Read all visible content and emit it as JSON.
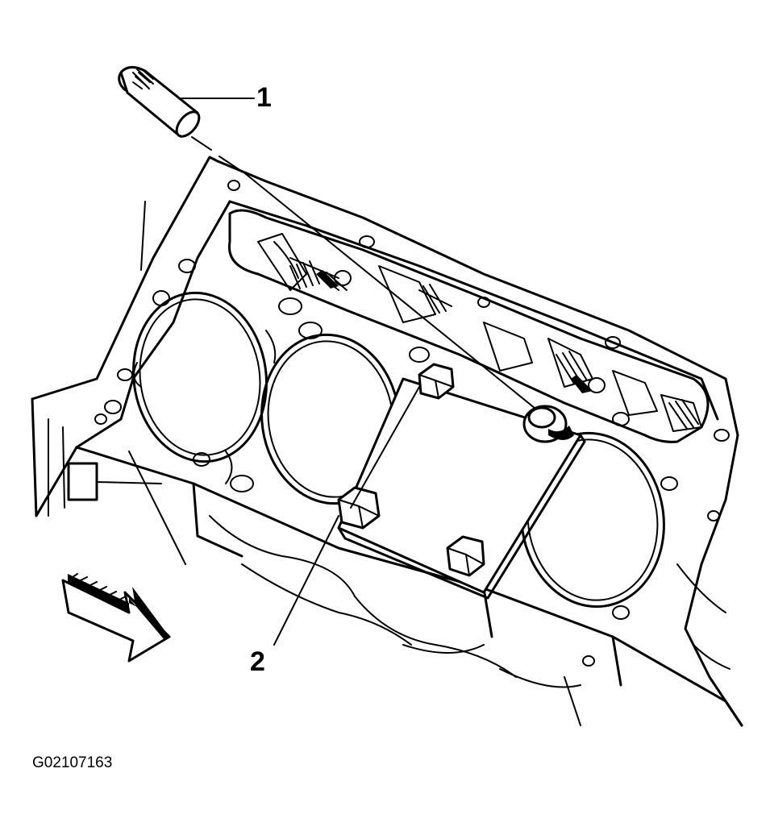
{
  "callouts": {
    "label_1": "1",
    "label_2": "2"
  },
  "figure_id": "G02107163",
  "icons": [
    "dowel-pin-icon",
    "engine-block-icon",
    "bolt-icon",
    "direction-arrow-icon"
  ]
}
